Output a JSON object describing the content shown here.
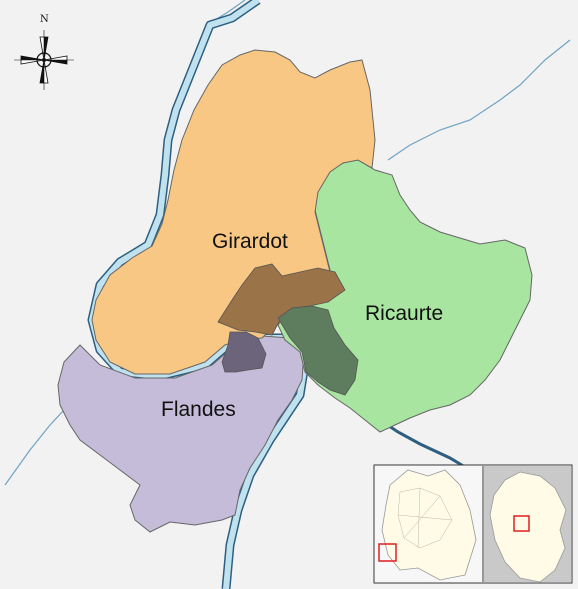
{
  "map": {
    "compass": {
      "north_label": "N"
    },
    "regions": [
      {
        "id": "girardot",
        "name": "Girardot",
        "color": "#f9c784"
      },
      {
        "id": "ricaurte",
        "name": "Ricaurte",
        "color": "#a8e5a0"
      },
      {
        "id": "flandes",
        "name": "Flandes",
        "color": "#c4bcd9"
      }
    ],
    "overlap_colors": {
      "girardot_ricaurte": "#9a7448",
      "ricaurte_flandes": "#5e7d5e",
      "girardot_flandes": "#6c647a"
    },
    "river_color": "#bfe2ee",
    "river_edge_color": "#2e5f80",
    "border_color": "#666666",
    "background_color": "#f2f2f2",
    "inset": {
      "highlight_color": "#e02020",
      "department_color": "#fffbe6",
      "country_color": "#fffbe6",
      "outside_color": "#c9c9c9"
    }
  }
}
